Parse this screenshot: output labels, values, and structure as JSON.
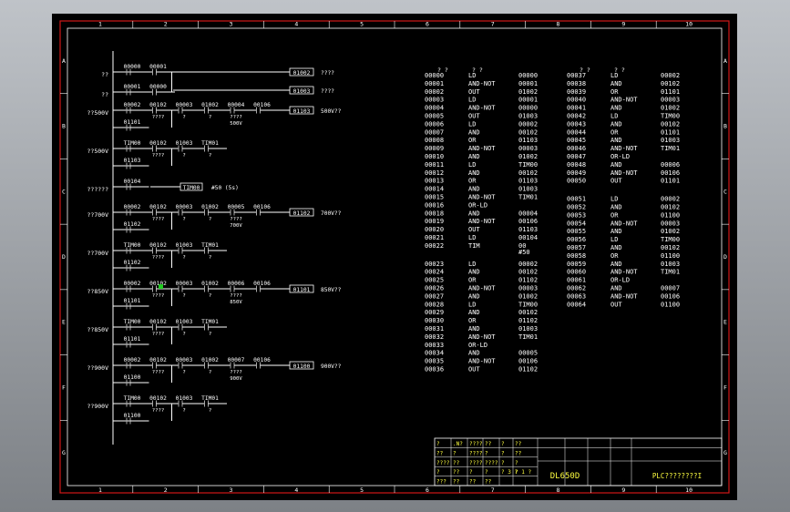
{
  "grid": {
    "columns": [
      "1",
      "2",
      "3",
      "4",
      "5",
      "6",
      "7",
      "8",
      "9",
      "10"
    ],
    "rows": [
      "A",
      "B",
      "C",
      "D",
      "E",
      "F",
      "G"
    ]
  },
  "colors": {
    "background": "#000000",
    "frame": "#d01818",
    "ink": "#ffffff",
    "contact": "#a8a8a8",
    "title_text": "#ffff40",
    "highlight": "#22cc22"
  },
  "ladder": {
    "rungs": [
      {
        "labels": [
          "??",
          "??"
        ],
        "rows": [
          [
            [
              "00000",
              null
            ],
            [
              "00001",
              null
            ]
          ],
          [
            [
              "00001",
              null
            ],
            [
              "00000",
              null
            ]
          ]
        ],
        "coils": [
          [
            "01002",
            "????"
          ],
          [
            "01003",
            "????"
          ]
        ]
      },
      {
        "labels": [
          "??500V"
        ],
        "rows": [
          [
            [
              "00002",
              null
            ],
            [
              "00102",
              "????"
            ],
            [
              "00003",
              "?"
            ],
            [
              "01002",
              "?"
            ],
            [
              "00004",
              "????\n500V"
            ],
            [
              "00106",
              null
            ]
          ],
          [
            [
              "01101",
              null
            ]
          ]
        ],
        "coils": [
          [
            "01103",
            "500V??"
          ]
        ]
      },
      {
        "labels": [
          "??500V"
        ],
        "rows": [
          [
            [
              "TIM00",
              null
            ],
            [
              "00102",
              "????"
            ],
            [
              "01003",
              "?"
            ],
            [
              "TIM01",
              "?"
            ]
          ],
          [
            [
              "01103",
              null
            ]
          ]
        ]
      },
      {
        "labels": [
          "??????"
        ],
        "rows": [
          [
            [
              "00104",
              null
            ]
          ]
        ],
        "timer": {
          "name": "TIM00",
          "preset": "#50 (5s)"
        }
      },
      {
        "labels": [
          "??700V"
        ],
        "rows": [
          [
            [
              "00002",
              null
            ],
            [
              "00102",
              "????"
            ],
            [
              "00003",
              "?"
            ],
            [
              "01002",
              "?"
            ],
            [
              "00005",
              "????\n700V"
            ],
            [
              "00106",
              null
            ]
          ],
          [
            [
              "01102",
              null
            ]
          ]
        ],
        "coils": [
          [
            "01102",
            "700V??"
          ]
        ]
      },
      {
        "labels": [
          "??700V"
        ],
        "rows": [
          [
            [
              "TIM00",
              null
            ],
            [
              "00102",
              "????"
            ],
            [
              "01003",
              "?"
            ],
            [
              "TIM01",
              "?"
            ]
          ],
          [
            [
              "01102",
              null
            ]
          ]
        ]
      },
      {
        "labels": [
          "??850V"
        ],
        "rows": [
          [
            [
              "00002",
              null
            ],
            [
              "00102",
              "????"
            ],
            [
              "00003",
              "?"
            ],
            [
              "01002",
              "?"
            ],
            [
              "00006",
              "????\n850V"
            ],
            [
              "00106",
              null
            ]
          ],
          [
            [
              "01101",
              null
            ]
          ]
        ],
        "coils": [
          [
            "01101",
            "850V??"
          ]
        ]
      },
      {
        "labels": [
          "??850V"
        ],
        "rows": [
          [
            [
              "TIM00",
              null
            ],
            [
              "00102",
              "????"
            ],
            [
              "01003",
              "?"
            ],
            [
              "TIM01",
              "?"
            ]
          ],
          [
            [
              "01101",
              null
            ]
          ]
        ]
      },
      {
        "labels": [
          "??900V"
        ],
        "rows": [
          [
            [
              "00002",
              null
            ],
            [
              "00102",
              "????"
            ],
            [
              "00003",
              "?"
            ],
            [
              "01002",
              "?"
            ],
            [
              "00007",
              "????\n900V"
            ],
            [
              "00106",
              null
            ]
          ],
          [
            [
              "01100",
              null
            ]
          ]
        ],
        "coils": [
          [
            "01100",
            "900V??"
          ]
        ]
      },
      {
        "labels": [
          "??900V"
        ],
        "rows": [
          [
            [
              "TIM00",
              null
            ],
            [
              "00102",
              "????"
            ],
            [
              "01003",
              "?"
            ],
            [
              "TIM01",
              "?"
            ]
          ],
          [
            [
              "01100",
              null
            ]
          ]
        ]
      }
    ]
  },
  "instructions": {
    "header": [
      "? ?",
      "? ?"
    ],
    "col1": [
      [
        "00000",
        "LD",
        "00000"
      ],
      [
        "00001",
        "AND-NOT",
        "00001"
      ],
      [
        "00002",
        "OUT",
        "01002"
      ],
      [
        "00003",
        "LD",
        "00001"
      ],
      [
        "00004",
        "AND-NOT",
        "00000"
      ],
      [
        "00005",
        "OUT",
        "01003"
      ],
      [
        "00006",
        "LD",
        "00002"
      ],
      [
        "00007",
        "AND",
        "00102"
      ],
      [
        "00008",
        "OR",
        "01103"
      ],
      [
        "00009",
        "AND-NOT",
        "00003"
      ],
      [
        "00010",
        "AND",
        "01002"
      ],
      [
        "00011",
        "LD",
        "TIM00"
      ],
      [
        "00012",
        "AND",
        "00102"
      ],
      [
        "00013",
        "OR",
        "01103"
      ],
      [
        "00014",
        "AND",
        "01003"
      ],
      [
        "00015",
        "AND-NOT",
        "TIM01"
      ],
      [
        "00016",
        "OR-LD",
        ""
      ],
      [
        "00018",
        "AND",
        "00004"
      ],
      [
        "00019",
        "AND-NOT",
        "00106"
      ],
      [
        "00020",
        "OUT",
        "01103"
      ],
      [
        "00021",
        "LD",
        "00104"
      ],
      [
        "00022",
        "TIM",
        "00\n#50"
      ],
      [
        "00023",
        "LD",
        "00002"
      ],
      [
        "00024",
        "AND",
        "00102"
      ],
      [
        "00025",
        "OR",
        "01102"
      ],
      [
        "00026",
        "AND-NOT",
        "00003"
      ],
      [
        "00027",
        "AND",
        "01002"
      ],
      [
        "00028",
        "LD",
        "TIM00"
      ],
      [
        "00029",
        "AND",
        "00102"
      ],
      [
        "00030",
        "OR",
        "01102"
      ],
      [
        "00031",
        "AND",
        "01003"
      ],
      [
        "00032",
        "AND-NOT",
        "TIM01"
      ],
      [
        "00033",
        "OR-LD",
        ""
      ],
      [
        "00034",
        "AND",
        "00005"
      ],
      [
        "00035",
        "AND-NOT",
        "00106"
      ],
      [
        "00036",
        "OUT",
        "01102"
      ]
    ],
    "col2": [
      [
        "00037",
        "LD",
        "00002"
      ],
      [
        "00038",
        "AND",
        "00102"
      ],
      [
        "00039",
        "OR",
        "01101"
      ],
      [
        "00040",
        "AND-NOT",
        "00003"
      ],
      [
        "00041",
        "AND",
        "01002"
      ],
      [
        "00042",
        "LD",
        "TIM00"
      ],
      [
        "00043",
        "AND",
        "00102"
      ],
      [
        "00044",
        "OR",
        "01101"
      ],
      [
        "00045",
        "AND",
        "01003"
      ],
      [
        "00046",
        "AND-NOT",
        "TIM01"
      ],
      [
        "00047",
        "OR-LD",
        ""
      ],
      [
        "00048",
        "AND",
        "00006"
      ],
      [
        "00049",
        "AND-NOT",
        "00106"
      ],
      [
        "00050",
        "OUT",
        "01101"
      ],
      [
        "00051",
        "LD",
        "00002"
      ],
      [
        "00052",
        "AND",
        "00102"
      ],
      [
        "00053",
        "OR",
        "01100"
      ],
      [
        "00054",
        "AND-NOT",
        "00003"
      ],
      [
        "00055",
        "AND",
        "01002"
      ],
      [
        "00056",
        "LD",
        "TIM00"
      ],
      [
        "00057",
        "AND",
        "00102"
      ],
      [
        "00058",
        "OR",
        "01100"
      ],
      [
        "00059",
        "AND",
        "01003"
      ],
      [
        "00060",
        "AND-NOT",
        "TIM01"
      ],
      [
        "00061",
        "OR-LD",
        ""
      ],
      [
        "00062",
        "AND",
        "00007"
      ],
      [
        "00063",
        "AND-NOT",
        "00106"
      ],
      [
        "00064",
        "OUT",
        "01100"
      ]
    ]
  },
  "title_block": {
    "cells": [
      "?",
      ".N?",
      "????",
      "??",
      "?",
      "??",
      "??",
      "?",
      "????",
      "?",
      "?",
      "??",
      "????",
      "??",
      "????",
      "????",
      "?",
      "?",
      "?",
      "??",
      "?",
      "?",
      "? 3 ?",
      "? 1 ?",
      "???",
      "??",
      "??",
      "??"
    ],
    "drawing_no": "DL650D",
    "drawing_name": "PLC????????I"
  }
}
